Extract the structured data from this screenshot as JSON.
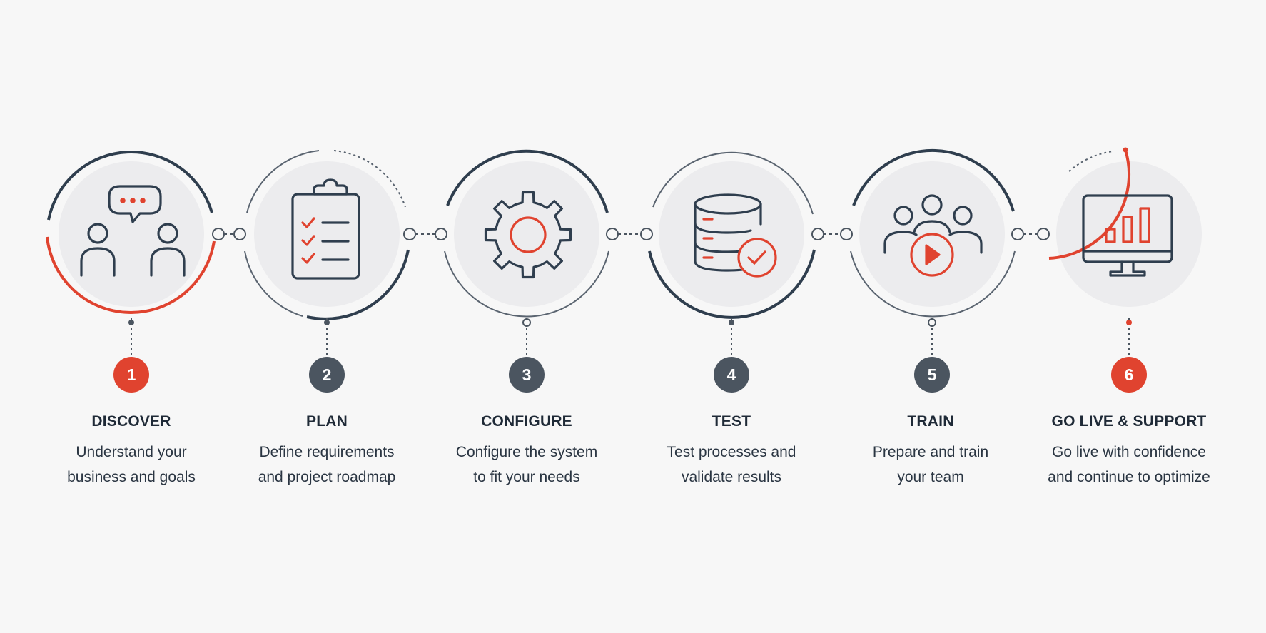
{
  "colors": {
    "accent": "#e0432f",
    "dark": "#2f3e4e",
    "grey": "#5a6470",
    "inner": "#ececee",
    "bg": "#f7f7f7"
  },
  "steps": [
    {
      "number": "1",
      "title": "DISCOVER",
      "desc": [
        "Understand your",
        "business and goals"
      ],
      "icon": "discussion-icon",
      "badge_color": "#e0432f"
    },
    {
      "number": "2",
      "title": "PLAN",
      "desc": [
        "Define requirements",
        "and project roadmap"
      ],
      "icon": "clipboard-checklist-icon",
      "badge_color": "#4b5560"
    },
    {
      "number": "3",
      "title": "CONFIGURE",
      "desc": [
        "Configure the system",
        "to fit your needs"
      ],
      "icon": "gear-icon",
      "badge_color": "#4b5560"
    },
    {
      "number": "4",
      "title": "TEST",
      "desc": [
        "Test processes and",
        "validate results"
      ],
      "icon": "database-check-icon",
      "badge_color": "#4b5560"
    },
    {
      "number": "5",
      "title": "TRAIN",
      "desc": [
        "Prepare and train",
        "your team"
      ],
      "icon": "team-training-icon",
      "badge_color": "#4b5560"
    },
    {
      "number": "6",
      "title": "GO LIVE & SUPPORT",
      "desc": [
        "Go live with confidence",
        "and continue to optimize"
      ],
      "icon": "monitor-chart-icon",
      "badge_color": "#e0432f"
    }
  ]
}
